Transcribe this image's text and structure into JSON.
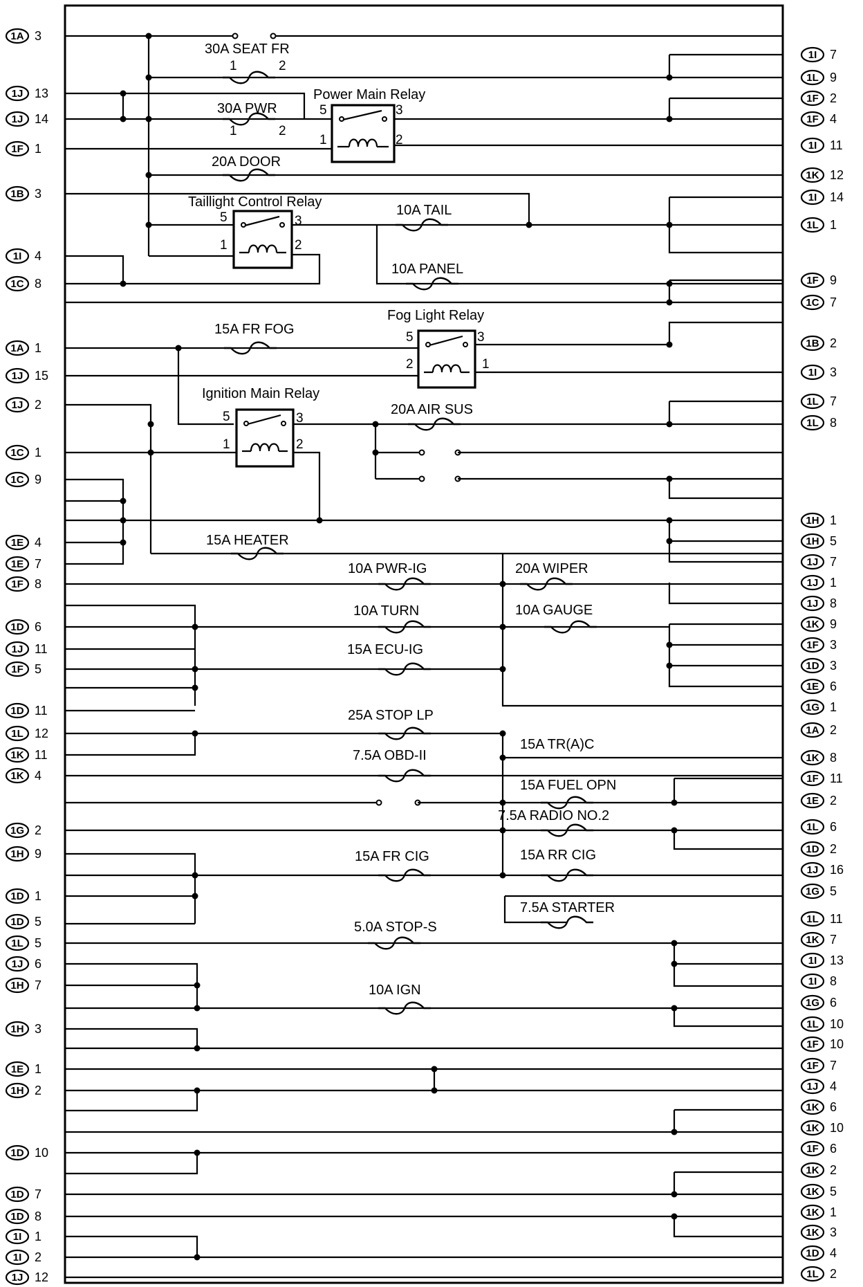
{
  "fuses": [
    {
      "id": "seat-fr",
      "label": "30A SEAT FR",
      "pin_left": "1",
      "pin_right": "2"
    },
    {
      "id": "pwr",
      "label": "30A PWR",
      "pin_left": "1",
      "pin_right": "2"
    },
    {
      "id": "door",
      "label": "20A DOOR"
    },
    {
      "id": "tail",
      "label": "10A TAIL"
    },
    {
      "id": "panel",
      "label": "10A PANEL"
    },
    {
      "id": "fr-fog",
      "label": "15A FR FOG"
    },
    {
      "id": "air-sus",
      "label": "20A AIR SUS"
    },
    {
      "id": "heater",
      "label": "15A HEATER"
    },
    {
      "id": "pwr-ig",
      "label": "10A PWR-IG"
    },
    {
      "id": "wiper",
      "label": "20A WIPER"
    },
    {
      "id": "turn",
      "label": "10A TURN"
    },
    {
      "id": "gauge",
      "label": "10A GAUGE"
    },
    {
      "id": "ecu-ig",
      "label": "15A ECU-IG"
    },
    {
      "id": "stop-lp",
      "label": "25A STOP LP"
    },
    {
      "id": "tr-a-c",
      "label": "15A TR(A)C"
    },
    {
      "id": "obd-ii",
      "label": "7.5A OBD-II"
    },
    {
      "id": "fuel-opn",
      "label": "15A FUEL OPN"
    },
    {
      "id": "radio-no2",
      "label": "7.5A RADIO NO.2"
    },
    {
      "id": "fr-cig",
      "label": "15A FR CIG"
    },
    {
      "id": "rr-cig",
      "label": "15A RR CIG"
    },
    {
      "id": "starter",
      "label": "7.5A STARTER"
    },
    {
      "id": "stop-s",
      "label": "5.0A STOP-S"
    },
    {
      "id": "ign",
      "label": "10A IGN"
    }
  ],
  "relays": [
    {
      "id": "power-main",
      "label": "Power Main Relay",
      "pins": [
        "5",
        "3",
        "1",
        "2"
      ]
    },
    {
      "id": "taillight-control",
      "label": "Taillight Control Relay",
      "pins": [
        "5",
        "3",
        "1",
        "2"
      ]
    },
    {
      "id": "fog-light",
      "label": "Fog Light Relay",
      "pins": [
        "5",
        "3",
        "2",
        "1"
      ]
    },
    {
      "id": "ignition-main",
      "label": "Ignition Main Relay",
      "pins": [
        "5",
        "3",
        "1",
        "2"
      ]
    }
  ],
  "left_connectors": [
    {
      "conn": "1A",
      "pin": "3"
    },
    {
      "conn": "1J",
      "pin": "13"
    },
    {
      "conn": "1J",
      "pin": "14"
    },
    {
      "conn": "1F",
      "pin": "1"
    },
    {
      "conn": "1B",
      "pin": "3"
    },
    {
      "conn": "1I",
      "pin": "4"
    },
    {
      "conn": "1C",
      "pin": "8"
    },
    {
      "conn": "1A",
      "pin": "1"
    },
    {
      "conn": "1J",
      "pin": "15"
    },
    {
      "conn": "1J",
      "pin": "2"
    },
    {
      "conn": "1C",
      "pin": "1"
    },
    {
      "conn": "1C",
      "pin": "9"
    },
    {
      "conn": "1E",
      "pin": "4"
    },
    {
      "conn": "1E",
      "pin": "7"
    },
    {
      "conn": "1F",
      "pin": "8"
    },
    {
      "conn": "1D",
      "pin": "6"
    },
    {
      "conn": "1J",
      "pin": "11"
    },
    {
      "conn": "1F",
      "pin": "5"
    },
    {
      "conn": "1D",
      "pin": "11"
    },
    {
      "conn": "1L",
      "pin": "12"
    },
    {
      "conn": "1K",
      "pin": "11"
    },
    {
      "conn": "1K",
      "pin": "4"
    },
    {
      "conn": "1G",
      "pin": "2"
    },
    {
      "conn": "1H",
      "pin": "9"
    },
    {
      "conn": "1D",
      "pin": "1"
    },
    {
      "conn": "1D",
      "pin": "5"
    },
    {
      "conn": "1L",
      "pin": "5"
    },
    {
      "conn": "1J",
      "pin": "6"
    },
    {
      "conn": "1H",
      "pin": "7"
    },
    {
      "conn": "1H",
      "pin": "3"
    },
    {
      "conn": "1E",
      "pin": "1"
    },
    {
      "conn": "1H",
      "pin": "2"
    },
    {
      "conn": "1D",
      "pin": "10"
    },
    {
      "conn": "1D",
      "pin": "7"
    },
    {
      "conn": "1D",
      "pin": "8"
    },
    {
      "conn": "1I",
      "pin": "1"
    },
    {
      "conn": "1I",
      "pin": "2"
    },
    {
      "conn": "1J",
      "pin": "12"
    }
  ],
  "right_connectors": [
    {
      "conn": "1I",
      "pin": "7"
    },
    {
      "conn": "1L",
      "pin": "9"
    },
    {
      "conn": "1F",
      "pin": "2"
    },
    {
      "conn": "1F",
      "pin": "4"
    },
    {
      "conn": "1I",
      "pin": "11"
    },
    {
      "conn": "1K",
      "pin": "12"
    },
    {
      "conn": "1I",
      "pin": "14"
    },
    {
      "conn": "1L",
      "pin": "1"
    },
    {
      "conn": "1F",
      "pin": "9"
    },
    {
      "conn": "1C",
      "pin": "7"
    },
    {
      "conn": "1B",
      "pin": "2"
    },
    {
      "conn": "1I",
      "pin": "3"
    },
    {
      "conn": "1L",
      "pin": "7"
    },
    {
      "conn": "1L",
      "pin": "8"
    },
    {
      "conn": "1H",
      "pin": "1"
    },
    {
      "conn": "1H",
      "pin": "5"
    },
    {
      "conn": "1J",
      "pin": "7"
    },
    {
      "conn": "1J",
      "pin": "1"
    },
    {
      "conn": "1J",
      "pin": "8"
    },
    {
      "conn": "1K",
      "pin": "9"
    },
    {
      "conn": "1F",
      "pin": "3"
    },
    {
      "conn": "1D",
      "pin": "3"
    },
    {
      "conn": "1E",
      "pin": "6"
    },
    {
      "conn": "1G",
      "pin": "1"
    },
    {
      "conn": "1A",
      "pin": "2"
    },
    {
      "conn": "1K",
      "pin": "8"
    },
    {
      "conn": "1F",
      "pin": "11"
    },
    {
      "conn": "1E",
      "pin": "2"
    },
    {
      "conn": "1L",
      "pin": "6"
    },
    {
      "conn": "1D",
      "pin": "2"
    },
    {
      "conn": "1J",
      "pin": "16"
    },
    {
      "conn": "1G",
      "pin": "5"
    },
    {
      "conn": "1L",
      "pin": "11"
    },
    {
      "conn": "1K",
      "pin": "7"
    },
    {
      "conn": "1I",
      "pin": "13"
    },
    {
      "conn": "1I",
      "pin": "8"
    },
    {
      "conn": "1G",
      "pin": "6"
    },
    {
      "conn": "1L",
      "pin": "10"
    },
    {
      "conn": "1F",
      "pin": "10"
    },
    {
      "conn": "1F",
      "pin": "7"
    },
    {
      "conn": "1J",
      "pin": "4"
    },
    {
      "conn": "1K",
      "pin": "6"
    },
    {
      "conn": "1K",
      "pin": "10"
    },
    {
      "conn": "1F",
      "pin": "6"
    },
    {
      "conn": "1K",
      "pin": "2"
    },
    {
      "conn": "1K",
      "pin": "5"
    },
    {
      "conn": "1K",
      "pin": "1"
    },
    {
      "conn": "1K",
      "pin": "3"
    },
    {
      "conn": "1D",
      "pin": "4"
    },
    {
      "conn": "1L",
      "pin": "2"
    }
  ]
}
